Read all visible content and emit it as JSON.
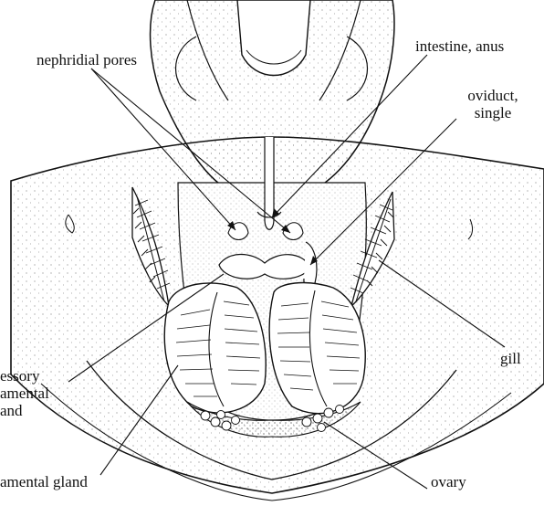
{
  "labels": {
    "nephridial_pores": "nephridial pores",
    "intestine_anus": "intestine, anus",
    "oviduct_line1": "oviduct,",
    "oviduct_line2": "single",
    "gill": "gill",
    "accessory_line1": "essory",
    "accessory_line2": "amental",
    "accessory_line3": "and",
    "nidamental_gland": "amental gland",
    "ovary": "ovary"
  },
  "colors": {
    "ink": "#111111",
    "stipple": "#333333",
    "paper": "#ffffff"
  }
}
